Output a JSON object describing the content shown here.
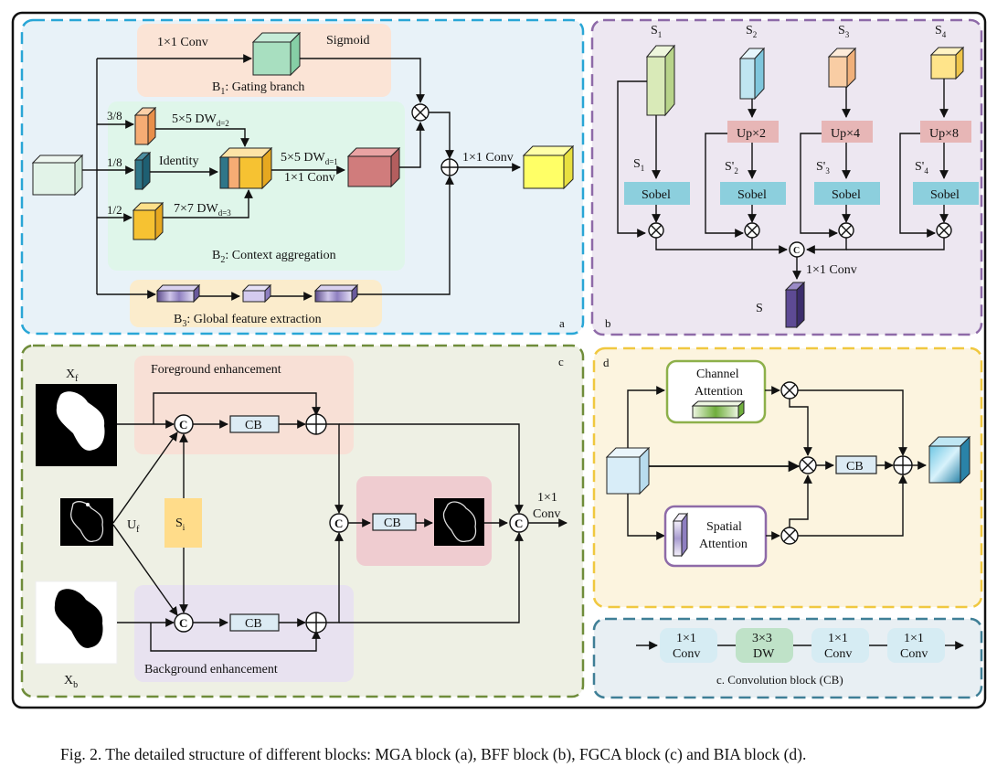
{
  "panel_a": {
    "conv_top": "1×1 Conv",
    "sigmoid": "Sigmoid",
    "b1_label": "B",
    "b1_sub": "1",
    "b1_text": ": Gating branch",
    "ratio_38": "3/8",
    "ratio_18": "1/8",
    "ratio_12": "1/2",
    "dw5": "5×5 DW",
    "dw5_sub": "d=2",
    "identity": "Identity",
    "dw7": "7×7 DW",
    "dw7_sub": "d=3",
    "dw5b": "5×5 DW",
    "dw5b_sub": "d=1",
    "conv_mid": "1×1 Conv",
    "conv_out": "1×1 Conv",
    "b2_label": "B",
    "b2_sub": "2",
    "b2_text": ": Context aggregation",
    "b3_label": "B",
    "b3_sub": "3",
    "b3_text": ": Global feature extraction",
    "letter": "a"
  },
  "panel_b": {
    "s1": "S",
    "s1_sub": "1",
    "s2": "S",
    "s2_sub": "2",
    "s3": "S",
    "s3_sub": "3",
    "s4": "S",
    "s4_sub": "4",
    "up2": "Up×2",
    "up4": "Up×4",
    "up8": "Up×8",
    "s1b": "S",
    "s1b_sub": "1",
    "s2b": "S'",
    "s2b_sub": "2",
    "s3b": "S'",
    "s3b_sub": "3",
    "s4b": "S'",
    "s4b_sub": "4",
    "sobel": "Sobel",
    "concat": "C",
    "conv": "1×1 Conv",
    "s_out": "S",
    "letter": "b"
  },
  "panel_c": {
    "xf": "X",
    "xf_sub": "f",
    "uf": "U",
    "uf_sub": "f",
    "xb": "X",
    "xb_sub": "b",
    "si": "S",
    "si_sub": "i",
    "fg": "Foreground enhancement",
    "bg": "Background enhancement",
    "cb": "CB",
    "concat": "C",
    "conv1": "1×1",
    "conv2": "Conv",
    "letter": "c"
  },
  "panel_d": {
    "channel1": "Channel",
    "channel2": "Attention",
    "spatial1": "Spatial",
    "spatial2": "Attention",
    "cb": "CB",
    "letter": "d"
  },
  "panel_cb": {
    "b1_1": "1×1",
    "b1_2": "Conv",
    "b2_1": "3×3",
    "b2_2": "DW",
    "b3_1": "1×1",
    "b3_2": "Conv",
    "b4_1": "1×1",
    "b4_2": "Conv",
    "title": "c. Convolution block (CB)"
  },
  "caption": "Fig. 2.  The detailed structure of different blocks: MGA block (a), BFF block (b), FGCA block (c) and BIA block (d).",
  "colors": {
    "panel_a_border": "#29a6d6",
    "panel_b_border": "#8e6aa8",
    "panel_c_border": "#6f8c3a",
    "panel_d_border": "#f0c840",
    "panel_cb_border": "#3f7f96"
  }
}
